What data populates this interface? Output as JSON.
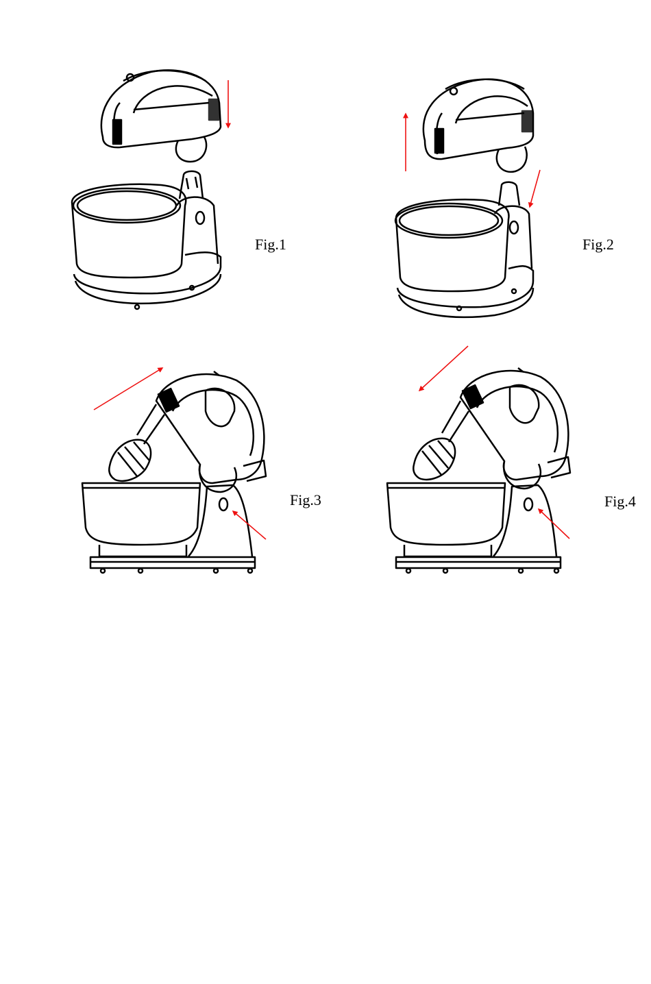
{
  "figures": [
    {
      "id": "fig1",
      "label": "Fig.1",
      "arrow_direction": "down"
    },
    {
      "id": "fig2",
      "label": "Fig.2",
      "arrow_direction": "up"
    },
    {
      "id": "fig3",
      "label": "Fig.3",
      "arrow_direction": "tilt-back"
    },
    {
      "id": "fig4",
      "label": "Fig.4",
      "arrow_direction": "tilt-forward"
    }
  ],
  "colors": {
    "line": "#000000",
    "arrow": "#ee1111",
    "background": "#ffffff"
  }
}
